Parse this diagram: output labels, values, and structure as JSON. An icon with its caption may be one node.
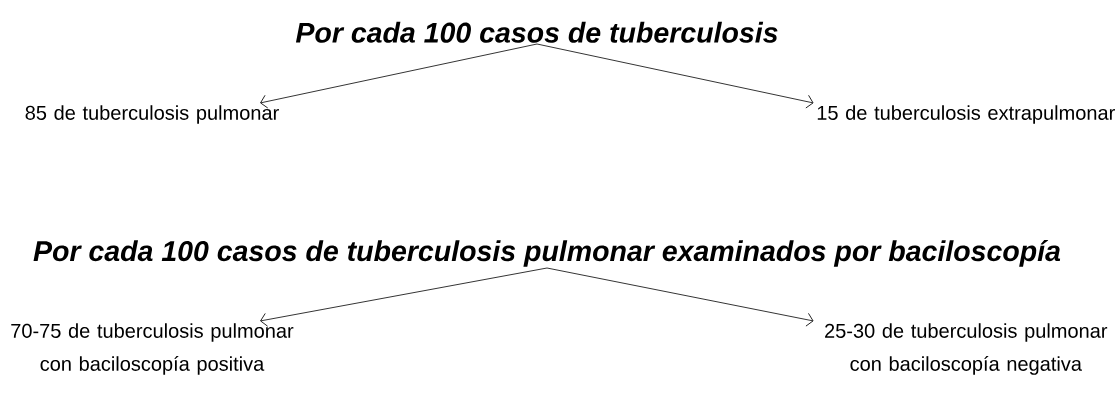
{
  "diagram": {
    "nodes": [
      {
        "text": [
          "Por cada 100 casos de tuberculosis"
        ]
      },
      {
        "text": [
          "85 de tuberculosis pulmonar"
        ]
      },
      {
        "text": [
          "15 de tuberculosis extrapulmonar"
        ]
      },
      {
        "text": [
          "Por cada 100 casos de tuberculosis pulmonar examinados por baciloscopía"
        ]
      },
      {
        "text": [
          "70-75 de tuberculosis pulmonar con baciloscopía positiva"
        ]
      },
      {
        "text": [
          "25-30 de tuberculosis pulmonar con baciloscopía negativa"
        ]
      }
    ],
    "edges": [
      {
        "from": 0,
        "to": 1,
        "arrow": "to"
      },
      {
        "from": 0,
        "to": 2,
        "arrow": "to"
      },
      {
        "from": 3,
        "to": 4,
        "arrow": "to"
      },
      {
        "from": 3,
        "to": 5,
        "arrow": "to"
      }
    ]
  }
}
